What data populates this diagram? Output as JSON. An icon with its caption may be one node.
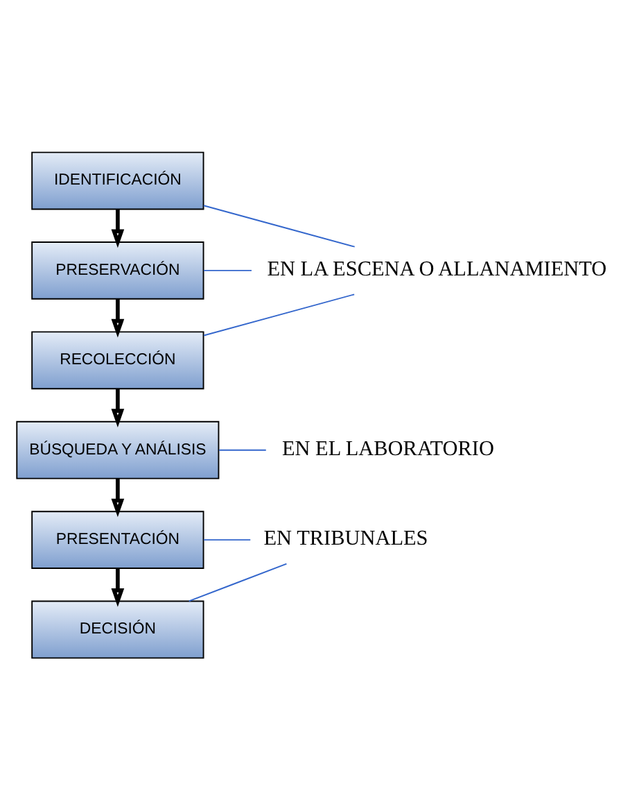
{
  "diagram": {
    "nodes": [
      {
        "text": [
          "IDENTIFICACIÓN"
        ]
      },
      {
        "text": [
          "PRESERVACIÓN"
        ]
      },
      {
        "text": [
          "RECOLECCIÓN"
        ]
      },
      {
        "text": [
          "BÚSQUEDA Y ANÁLISIS"
        ]
      },
      {
        "text": [
          "PRESENTACIÓN"
        ]
      },
      {
        "text": [
          "DECISIÓN"
        ]
      },
      {
        "text": [
          "EN LA ESCENA O ALLANAMIENTO"
        ]
      },
      {
        "text": [
          "EN EL LABORATORIO"
        ]
      },
      {
        "text": [
          "EN TRIBUNALES"
        ]
      }
    ],
    "edges": [
      {
        "from": 0,
        "to": 1,
        "arrow": "to",
        "style": "thick",
        "color": "#000000"
      },
      {
        "from": 1,
        "to": 2,
        "arrow": "to",
        "style": "thick",
        "color": "#000000"
      },
      {
        "from": 2,
        "to": 3,
        "arrow": "to",
        "style": "thick",
        "color": "#000000"
      },
      {
        "from": 3,
        "to": 4,
        "arrow": "to",
        "style": "thick",
        "color": "#000000"
      },
      {
        "from": 4,
        "to": 5,
        "arrow": "to",
        "style": "thick",
        "color": "#000000"
      },
      {
        "from": 0,
        "to": 6,
        "arrow": "none",
        "color": "#3366cc"
      },
      {
        "from": 1,
        "to": 6,
        "arrow": "none",
        "color": "#3366cc"
      },
      {
        "from": 2,
        "to": 6,
        "arrow": "none",
        "color": "#3366cc"
      },
      {
        "from": 3,
        "to": 7,
        "arrow": "none",
        "color": "#3366cc"
      },
      {
        "from": 4,
        "to": 8,
        "arrow": "none",
        "color": "#3366cc"
      },
      {
        "from": 5,
        "to": 8,
        "arrow": "none",
        "color": "#3366cc"
      }
    ]
  }
}
